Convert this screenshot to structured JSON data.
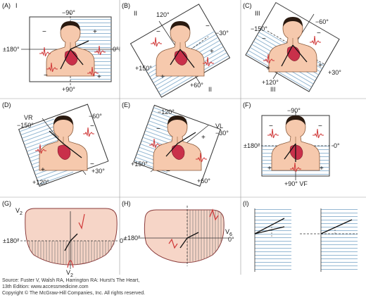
{
  "panels": {
    "A": {
      "letter": "(A)",
      "lead": "I",
      "top": "−90°",
      "left": "±180°",
      "right": "0°I",
      "bottom": "+90°"
    },
    "B": {
      "letter": "(B)",
      "lead": "II",
      "a1": "120°",
      "a2": "−30°",
      "a3": "+150°",
      "a4": "+60°",
      "lead_end": "II"
    },
    "C": {
      "letter": "(C)",
      "lead": "III",
      "a1": "−150°",
      "a2": "−60°",
      "a3": "+120°",
      "a4": "+30°",
      "lead_end": "III"
    },
    "D": {
      "letter": "(D)",
      "lead": "VR",
      "a_vr": "VR",
      "a1": "−150°",
      "a2": "−60°",
      "a3": "+120°",
      "a4": "+30°"
    },
    "E": {
      "letter": "(E)",
      "lead": "VL",
      "a1": "−120°",
      "a_vl": "VL",
      "a2": "−30°",
      "a3": "+150°",
      "a4": "+60°"
    },
    "F": {
      "letter": "(F)",
      "lead": "VF",
      "top": "−90°",
      "left": "±180°",
      "right": "0°",
      "bottom": "+90° VF"
    },
    "G": {
      "letter": "(G)",
      "lead": "V",
      "sub": "2",
      "left": "±180°",
      "right": "0°",
      "bottom": "V",
      "bottom_sub": "2"
    },
    "H": {
      "letter": "(H)",
      "lead": "V",
      "sub": "6",
      "left": "±180°",
      "right_v": "V",
      "right_sub": "6",
      "right": "0°"
    },
    "I": {
      "letter": "(I)"
    }
  },
  "signs": {
    "plus": "+",
    "minus": "−"
  },
  "source": {
    "line1": "Source: Fuster V, Walsh RA, Harrington RA: Hurst's The Heart,",
    "line2": "13th Edition: www.accessmedicine.com",
    "line3": "Copyright © The McGraw-Hill Companies, Inc. All rights reserved."
  },
  "colors": {
    "hatch": "#7aa6c8",
    "skin": "#f6c9ad",
    "heart": "#c9304a",
    "tracing": "#d03838",
    "frame": "#333333"
  }
}
